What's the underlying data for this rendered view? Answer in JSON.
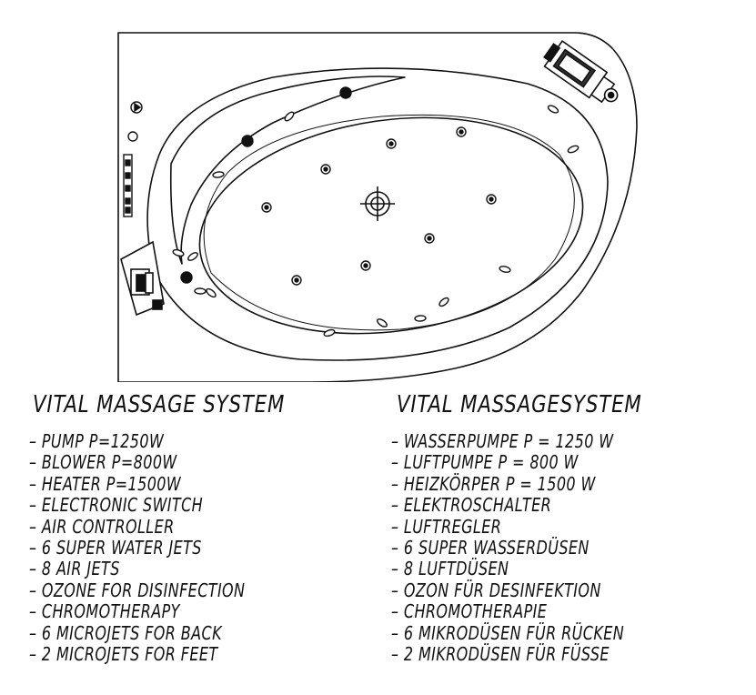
{
  "english": {
    "title": "VITAL MASSAGE SYSTEM",
    "items": [
      "– PUMP P=1250W",
      "– BLOWER P=800W",
      "– HEATER P=1500W",
      "– ELECTRONIC SWITCH",
      "– AIR CONTROLLER",
      "– 6 SUPER WATER JETS",
      "– 8 AIR JETS",
      "– OZONE FOR DISINFECTION",
      "– CHROMOTHERAPY",
      "– 6 MICROJETS FOR BACK",
      "– 2 MICROJETS FOR FEET"
    ]
  },
  "german": {
    "title": "VITAL MASSAGESYSTEM",
    "items": [
      "– WASSERPUMPE P = 1250 W",
      "– LUFTPUMPE P = 800 W",
      "– HEIZKÖRPER P = 1500 W",
      "– ELEKTROSCHALTER",
      "– LUFTREGLER",
      "– 6 SUPER WASSERDÜSEN",
      "– 8 LUFTDÜSEN",
      "– OZON FÜR DESINFEKTION",
      "– CHROMOTHERAPIE",
      "– 6 MIKRODÜSEN FÜR RÜCKEN",
      "– 2 MIKRODÜSEN FÜR FÜSSE"
    ]
  },
  "line_color": "#111111",
  "background_color": "#ffffff"
}
